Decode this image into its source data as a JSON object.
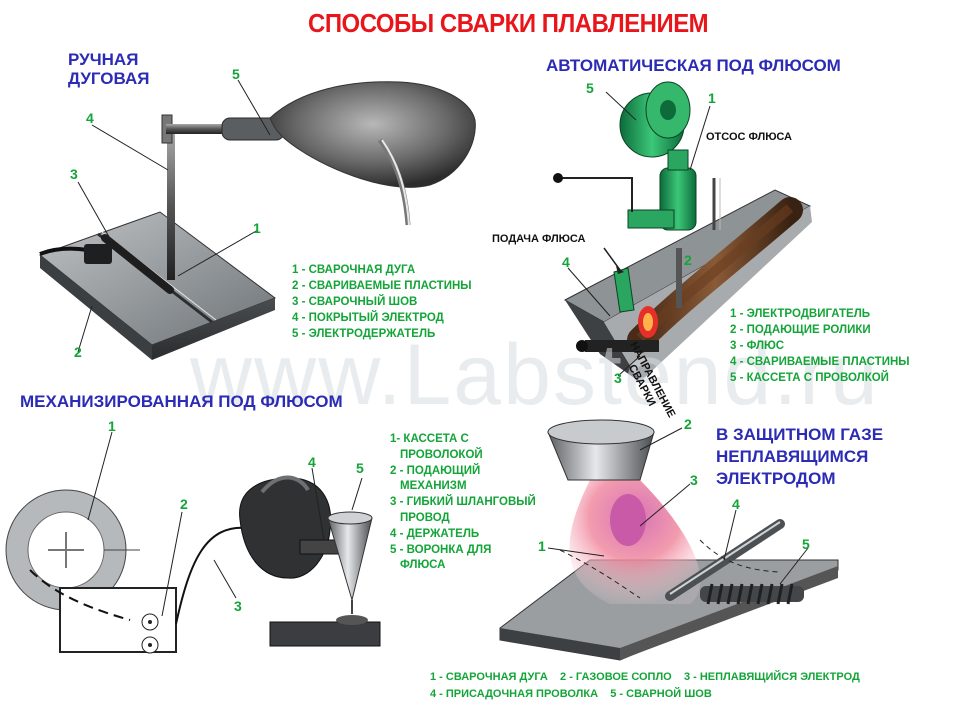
{
  "title": "СПОСОБЫ СВАРКИ ПЛАВЛЕНИЕМ",
  "watermark": "www.Labstend.ru",
  "sections": {
    "manual": {
      "heading_line1": "РУЧНАЯ",
      "heading_line2": "ДУГОВАЯ",
      "legend": [
        "1 - СВАРОЧНАЯ ДУГА",
        "2 - СВАРИВАЕМЫЕ ПЛАСТИНЫ",
        "3 - СВАРОЧНЫЙ ШОВ",
        "4 - ПОКРЫТЫЙ ЭЛЕКТРОД",
        "5 - ЭЛЕКТРОДЕРЖАТЕЛЬ"
      ],
      "callouts": [
        "1",
        "2",
        "3",
        "4",
        "5"
      ]
    },
    "automatic": {
      "heading": "АВТОМАТИЧЕСКАЯ ПОД ФЛЮСОМ",
      "label_suction": "ОТСОС ФЛЮСА",
      "label_feed": "ПОДАЧА ФЛЮСА",
      "label_direction_line1": "НАПРАВЛЕНИЕ",
      "label_direction_line2": "СВАРКИ",
      "legend": [
        "1 - ЭЛЕКТРОДВИГАТЕЛЬ",
        "2 - ПОДАЮЩИЕ РОЛИКИ",
        "3 - ФЛЮС",
        "4 - СВАРИВАЕМЫЕ ПЛАСТИНЫ",
        "5 - КАССЕТА С ПРОВОЛКОЙ"
      ],
      "callouts": [
        "1",
        "2",
        "3",
        "4",
        "5"
      ]
    },
    "mechanized": {
      "heading": "МЕХАНИЗИРОВАННАЯ  ПОД ФЛЮСОМ",
      "legend": [
        "1- КАССЕТА С",
        "ПРОВОЛОКОЙ",
        "2 - ПОДАЮЩИЙ",
        "МЕХАНИЗМ",
        "3 - ГИБКИЙ ШЛАНГОВЫЙ",
        "ПРОВОД",
        "4 - ДЕРЖАТЕЛЬ",
        "5 - ВОРОНКА ДЛЯ",
        "ФЛЮСА"
      ],
      "callouts": [
        "1",
        "2",
        "3",
        "4",
        "5"
      ]
    },
    "gas": {
      "heading_line1": "В ЗАЩИТНОМ ГАЗЕ",
      "heading_line2": "НЕПЛАВЯЩИМСЯ",
      "heading_line3": "ЭЛЕКТРОДОМ",
      "legend_line1": "1 - СВАРОЧНАЯ ДУГА    2 - ГАЗОВОЕ СОПЛО    3 - НЕПЛАВЯЩИЙСЯ ЭЛЕКТРОД",
      "legend_line2": "4 - ПРИСАДОЧНАЯ ПРОВОЛКА    5 - СВАРНОЙ ШОВ",
      "callouts": [
        "1",
        "2",
        "3",
        "4",
        "5"
      ]
    }
  },
  "colors": {
    "title": "#e8161b",
    "heading": "#2b2bb5",
    "legend": "#13a538",
    "motor": "#1f9a55"
  }
}
